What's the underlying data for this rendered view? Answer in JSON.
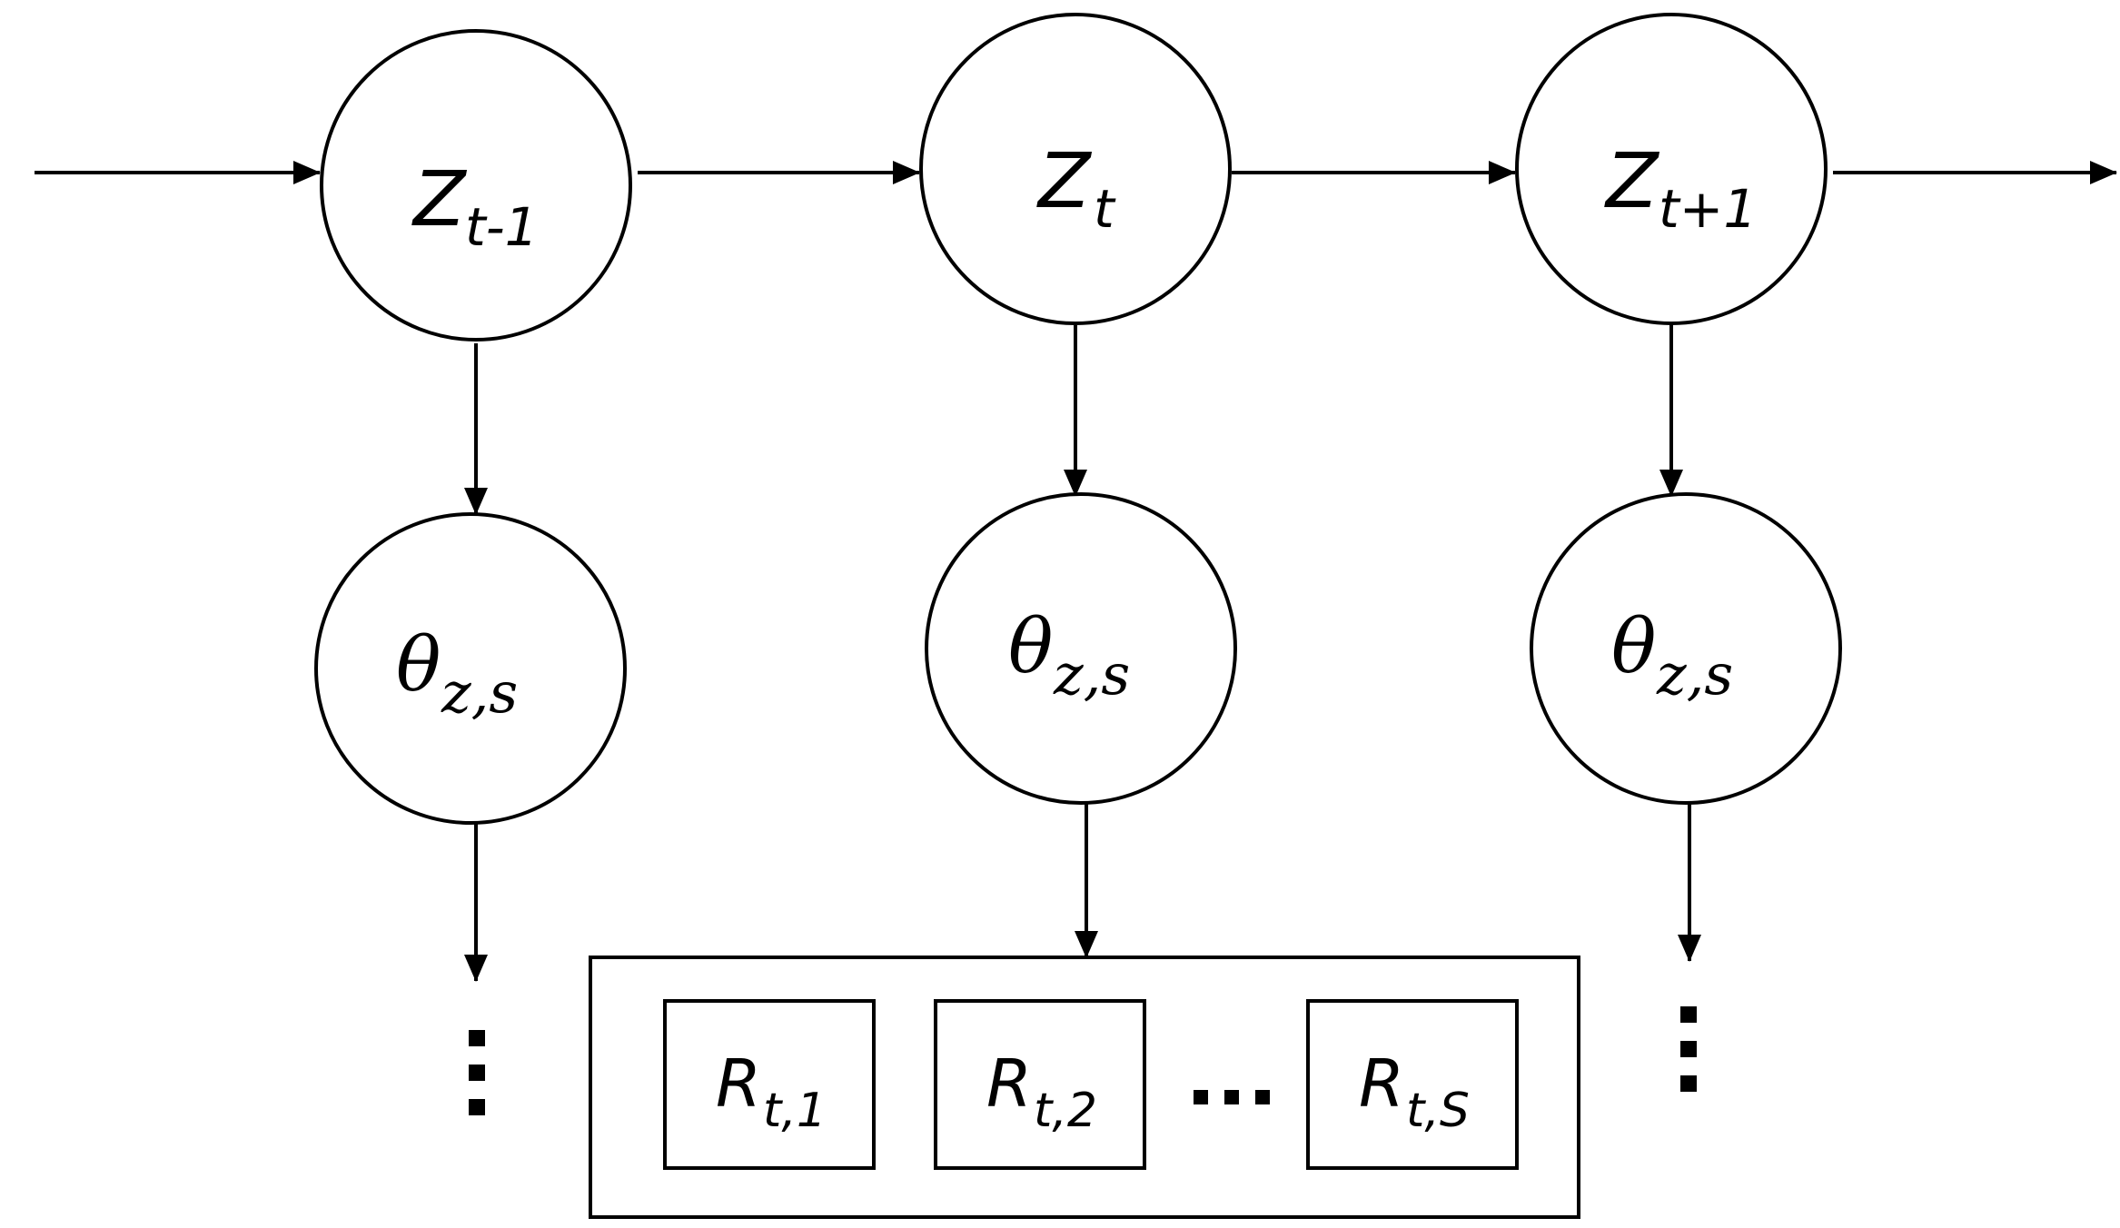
{
  "z_nodes": [
    {
      "main": "Z",
      "sub": "t-1"
    },
    {
      "main": "Z",
      "sub": "t"
    },
    {
      "main": "Z",
      "sub": "t+1"
    }
  ],
  "theta_nodes": [
    {
      "main": "θ",
      "sub": "z,s"
    },
    {
      "main": "θ",
      "sub": "z,s"
    },
    {
      "main": "θ",
      "sub": "z,s"
    }
  ],
  "r_nodes": [
    {
      "main": "R",
      "sub": "t,1"
    },
    {
      "main": "R",
      "sub": "t,2"
    },
    {
      "main": "R",
      "sub": "t,S"
    }
  ]
}
